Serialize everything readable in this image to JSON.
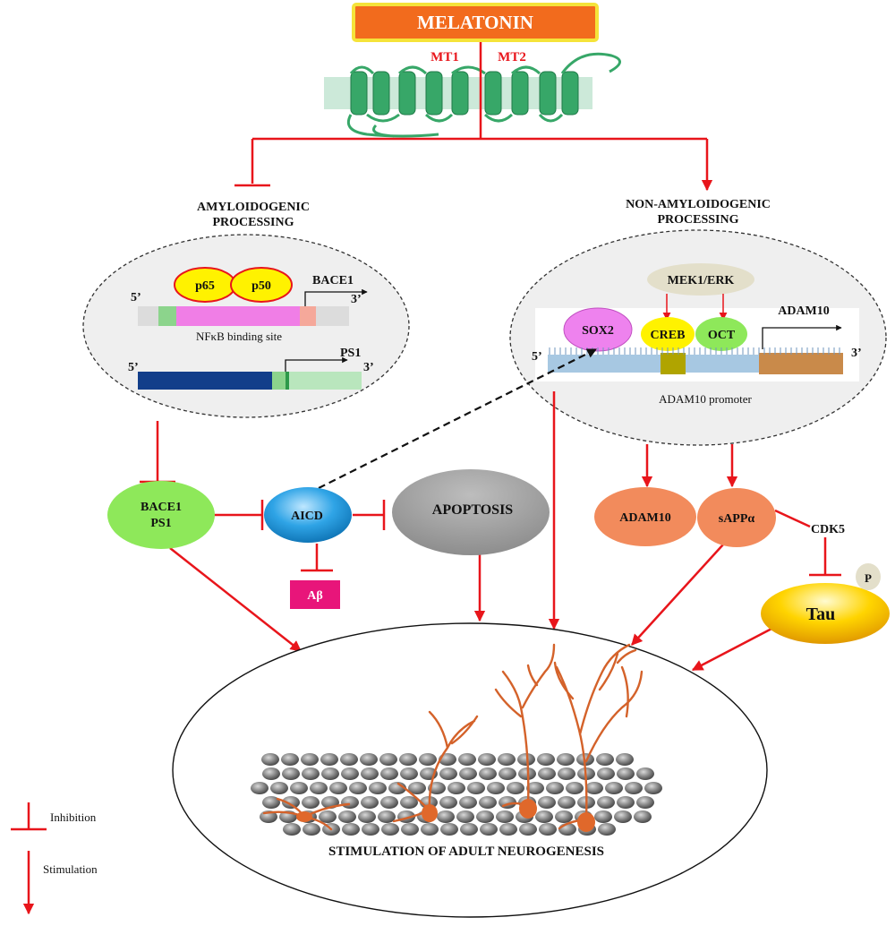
{
  "header": {
    "title": "MELATONIN",
    "receptor_left": "MT1",
    "receptor_right": "MT2"
  },
  "branches": {
    "amyloidogenic": [
      "AMYLOIDOGENIC",
      "PROCESSING"
    ],
    "non_amyloidogenic": [
      "NON-AMYLOIDOGENIC",
      "PROCESSING"
    ]
  },
  "left_panel": {
    "p65": "p65",
    "p50": "p50",
    "bace1": "BACE1",
    "five_prime": "5’",
    "three_prime": "3’",
    "nfkb_site": "NFκB binding site",
    "ps1": "PS1"
  },
  "right_panel": {
    "mek_erk": "MEK1/ERK",
    "sox2": "SOX2",
    "creb": "CREB",
    "oct": "OCT",
    "adam10": "ADAM10",
    "five_prime": "5’",
    "three_prime": "3’",
    "promoter": "ADAM10 promoter"
  },
  "nodes": {
    "bace1_ps1": [
      "BACE1",
      "PS1"
    ],
    "aicd": "AICD",
    "abeta": "Aβ",
    "apoptosis": "APOPTOSIS",
    "adam10": "ADAM10",
    "sappa": "sAPPα",
    "cdk5": "CDK5",
    "tau": "Tau",
    "phospho": "P"
  },
  "neurogenesis": "STIMULATION OF ADULT NEUROGENESIS",
  "legend": {
    "inhibition": "Inhibition",
    "stimulation": "Stimulation"
  },
  "colors": {
    "arrow_red": "#e8151b",
    "melatonin_box": "#f26b1d",
    "melatonin_border": "#f5e33a",
    "receptor_green": "#3aa46a",
    "node_green": "#8ee85a",
    "node_orange": "#f28b5c",
    "node_gray": "#a6a6a6",
    "aicd_blue": "#2b9fe0",
    "abeta_pink": "#e8157a",
    "tau_yellow": "#f5c400",
    "p65_yellow": "#fff200",
    "sox2_magenta": "#ee82ee",
    "oct_green": "#8ee85a",
    "mek_tan": "#e3dfca",
    "dna_pink": "#f07ee6",
    "dna_blue": "#123e8a",
    "promoter_blue": "#a7c8e2",
    "cell_gray": "#6b6b6b",
    "neuron_orange": "#e0682b"
  }
}
